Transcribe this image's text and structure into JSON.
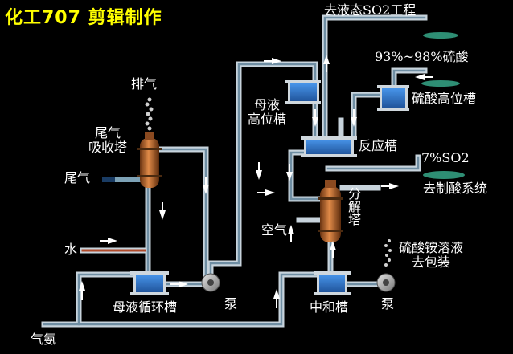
{
  "title": "化工707 剪辑制作",
  "labels": {
    "exhaust": "排气",
    "tail_gas_absorber": "尾气\n吸收塔",
    "tail_gas": "尾气",
    "water": "水",
    "mother_liquor_tank": "母液循环槽",
    "pump_left": "泵",
    "ammonia": "气氨",
    "mother_liquor_high_tank": "母液\n高位槽",
    "to_so2_process": "去液态SO2工程",
    "acid_conc": "93%~98%硫酸",
    "acid_high_tank": "硫酸高位槽",
    "reaction_tank": "反应槽",
    "so2_7": "7%SO2",
    "to_acid_system": "去制酸系统",
    "decomposition_tower": "分解塔",
    "air": "空气",
    "ammonium_sulfate": "硫酸铵溶液\n去包装",
    "neutralization_tank": "中和槽",
    "pump_right": "泵"
  },
  "colors": {
    "pipe": "#c7d3dc",
    "pipe_inner": "#7f9aae",
    "tank": "#3f86d8",
    "tower": "#c66a2c",
    "arrow": "#ffffff",
    "title": "#ffff00",
    "steam": "#2e8e74"
  }
}
